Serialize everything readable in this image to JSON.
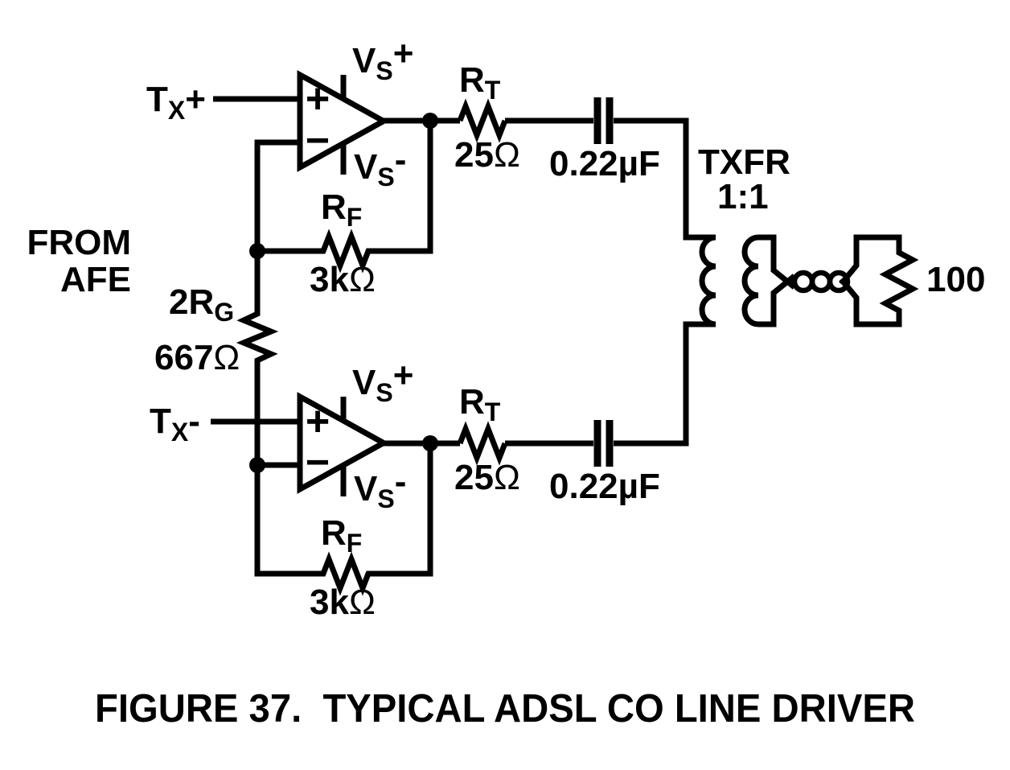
{
  "figure": {
    "caption": "FIGURE 37.  TYPICAL ADSL CO LINE DRIVER"
  },
  "palette": {
    "ink": "#000000",
    "paper": "#ffffff"
  },
  "source_block": {
    "line1": "FROM",
    "line2": "AFE"
  },
  "inputs": {
    "tx_plus": {
      "base": "T",
      "sub": "X",
      "sign": "+"
    },
    "tx_minus": {
      "base": "T",
      "sub": "X",
      "sign": "-"
    }
  },
  "supplies": {
    "vs_plus": {
      "base": "V",
      "sub": "S",
      "sign": "+"
    },
    "vs_minus": {
      "base": "V",
      "sub": "S",
      "sign": "-"
    }
  },
  "opamp_marks": {
    "plus": "+",
    "minus": "−"
  },
  "components": {
    "rt": {
      "ref": {
        "base": "R",
        "sub": "T"
      },
      "value": {
        "num": "25",
        "unit": "Ω"
      }
    },
    "rf": {
      "ref": {
        "base": "R",
        "sub": "F"
      },
      "value": {
        "num": "3k",
        "unit": "Ω"
      }
    },
    "rg": {
      "ref": {
        "base": "2R",
        "sub": "G"
      },
      "value": {
        "num": "667",
        "unit": "Ω"
      }
    },
    "coupling_cap": {
      "value": "0.22µF"
    },
    "transformer": {
      "ref": "TXFR",
      "ratio": "1:1"
    },
    "line_load": {
      "value": "100"
    }
  }
}
